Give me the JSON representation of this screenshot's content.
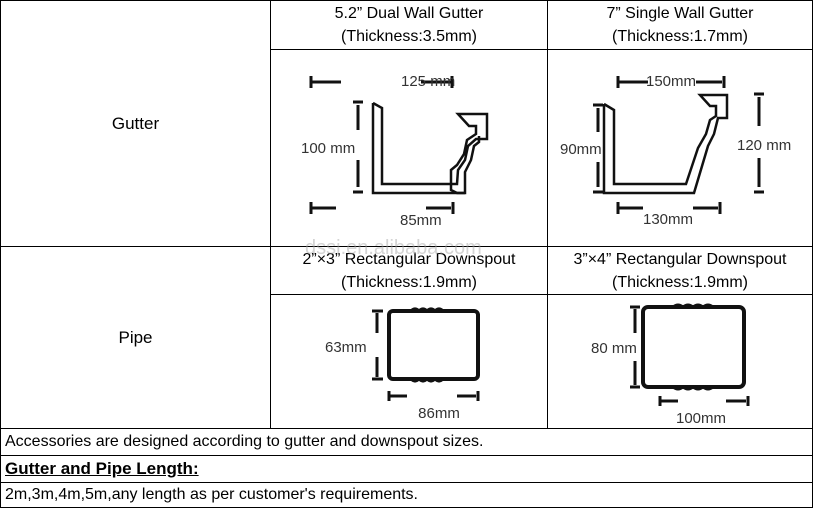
{
  "rows": {
    "gutter_label": "Gutter",
    "pipe_label": "Pipe"
  },
  "gutter": [
    {
      "title": "5.2” Dual Wall Gutter",
      "thickness": "(Thickness:3.5mm)",
      "dims": {
        "top": "125 mm",
        "side": "100 mm",
        "bottom": "85mm"
      }
    },
    {
      "title": "7” Single Wall Gutter",
      "thickness": "(Thickness:1.7mm)",
      "dims": {
        "top": "150mm",
        "side": "90mm",
        "right": "120 mm",
        "bottom": "130mm"
      }
    }
  ],
  "pipe": [
    {
      "title": "2”×3” Rectangular Downspout",
      "thickness": "(Thickness:1.9mm)",
      "dims": {
        "side": "63mm",
        "bottom": "86mm"
      }
    },
    {
      "title": "3”×4” Rectangular Downspout",
      "thickness": "(Thickness:1.9mm)",
      "dims": {
        "side": "80 mm",
        "bottom": "100mm"
      }
    }
  ],
  "notes": {
    "accessories": "Accessories are designed according to gutter and downspout sizes.",
    "length_heading": "Gutter and Pipe Length:",
    "length_text": "2m,3m,4m,5m,any length as per customer's requirements."
  },
  "watermark": "dssi.en.alibaba.com"
}
